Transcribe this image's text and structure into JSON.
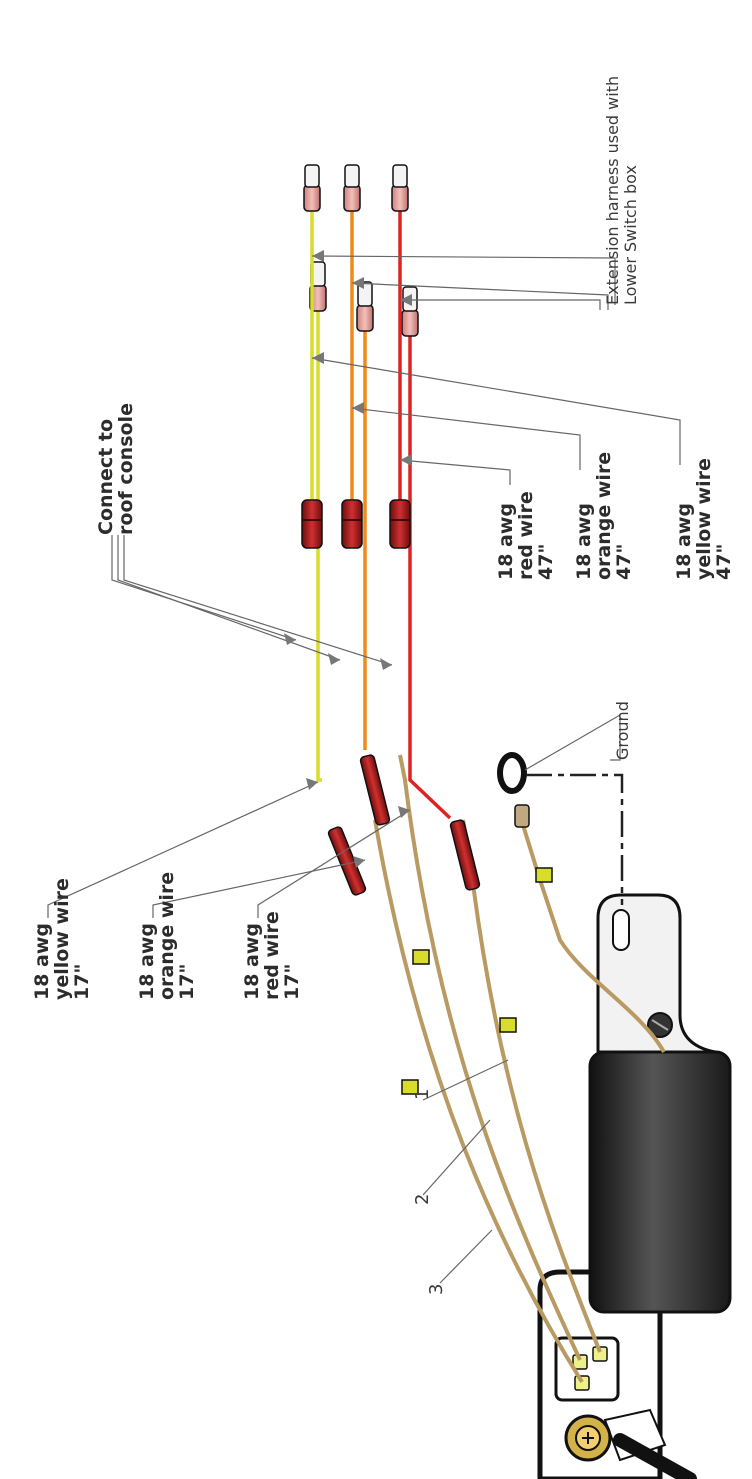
{
  "labels": {
    "ground": "Ground",
    "connect_to_roof_console": {
      "line1": "Connect to",
      "line2": "roof console"
    },
    "extension_harness": {
      "line1": "Extension harness used with",
      "line2": "Lower Switch box"
    },
    "short_wires": {
      "yellow": {
        "line1": "18 awg",
        "line2": "yellow wire",
        "line3": "17\""
      },
      "orange": {
        "line1": "18 awg",
        "line2": "orange wire",
        "line3": "17\""
      },
      "red": {
        "line1": "18 awg",
        "line2": "red wire",
        "line3": "17\""
      }
    },
    "long_wires": {
      "red": {
        "line1": "18 awg",
        "line2": "red wire",
        "line3": "47\""
      },
      "orange": {
        "line1": "18 awg",
        "line2": "orange wire",
        "line3": "47\""
      },
      "yellow": {
        "line1": "18 awg",
        "line2": "yellow wire",
        "line3": "47\""
      }
    },
    "balloons": {
      "one": "1",
      "two": "2",
      "three": "3"
    }
  },
  "colors": {
    "yellow_wire": "#d8dc2a",
    "orange_wire": "#f08a1a",
    "red_wire": "#e02222",
    "lead_wire": "#b89a62",
    "connector": "#a01818",
    "motor": "#2a2a2a"
  }
}
